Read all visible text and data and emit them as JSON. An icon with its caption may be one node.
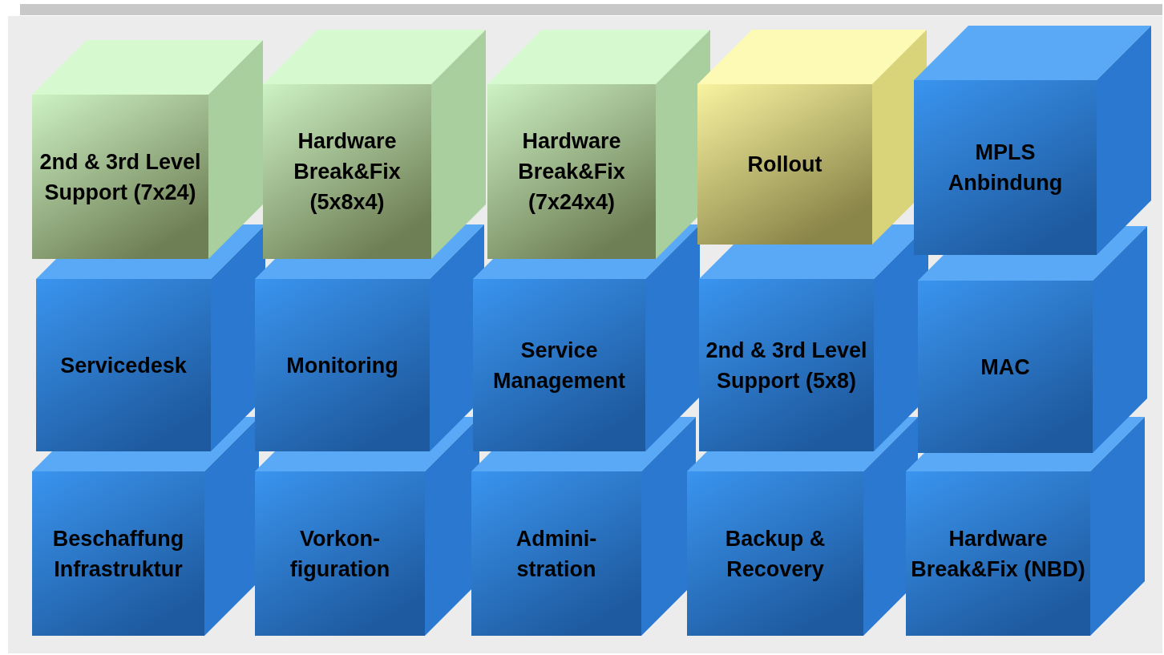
{
  "diagram": {
    "nodes": [
      {
        "text": [
          "2nd & 3rd Level Support (7x24)"
        ]
      },
      {
        "text": [
          "Hardware Break&Fix (5x8x4)"
        ]
      },
      {
        "text": [
          "Hardware Break&Fix (7x24x4)"
        ]
      },
      {
        "text": [
          "Rollout"
        ]
      },
      {
        "text": [
          "MPLS Anbindung"
        ]
      },
      {
        "text": [
          "Servicedesk"
        ]
      },
      {
        "text": [
          "Monitoring"
        ]
      },
      {
        "text": [
          "Service Management"
        ]
      },
      {
        "text": [
          "2nd & 3rd Level Support (5x8)"
        ]
      },
      {
        "text": [
          "MAC"
        ]
      },
      {
        "text": [
          "Beschaffung Infrastruktur"
        ]
      },
      {
        "text": [
          "Vorkon- figuration"
        ]
      },
      {
        "text": [
          "Admini- stration"
        ]
      },
      {
        "text": [
          "Backup & Recovery"
        ]
      },
      {
        "text": [
          "Hardware Break&Fix (NBD)"
        ]
      }
    ]
  }
}
